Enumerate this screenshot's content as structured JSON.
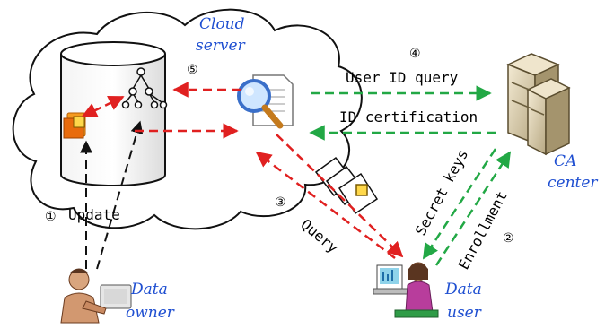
{
  "nodes": {
    "cloud_server": {
      "line1": "Cloud",
      "line2": "server"
    },
    "ca_center": {
      "line1": "CA",
      "line2": "center"
    },
    "data_owner": {
      "line1": "Data",
      "line2": "owner"
    },
    "data_user": {
      "line1": "Data",
      "line2": "user"
    }
  },
  "edges": {
    "update": {
      "step": "①",
      "label": "Update"
    },
    "enrollment": {
      "step": "②",
      "label": "Enrollment"
    },
    "query": {
      "step": "③",
      "label": "Query"
    },
    "user_id_query": {
      "step": "④",
      "label": "User ID query"
    },
    "id_certification": {
      "label": "ID certification"
    },
    "secret_keys": {
      "label": "Secret keys"
    },
    "step5": {
      "step": "⑤"
    }
  },
  "colors": {
    "red_flow": "#e02020",
    "green_flow": "#22a845",
    "label_blue": "#1f4fd1"
  }
}
